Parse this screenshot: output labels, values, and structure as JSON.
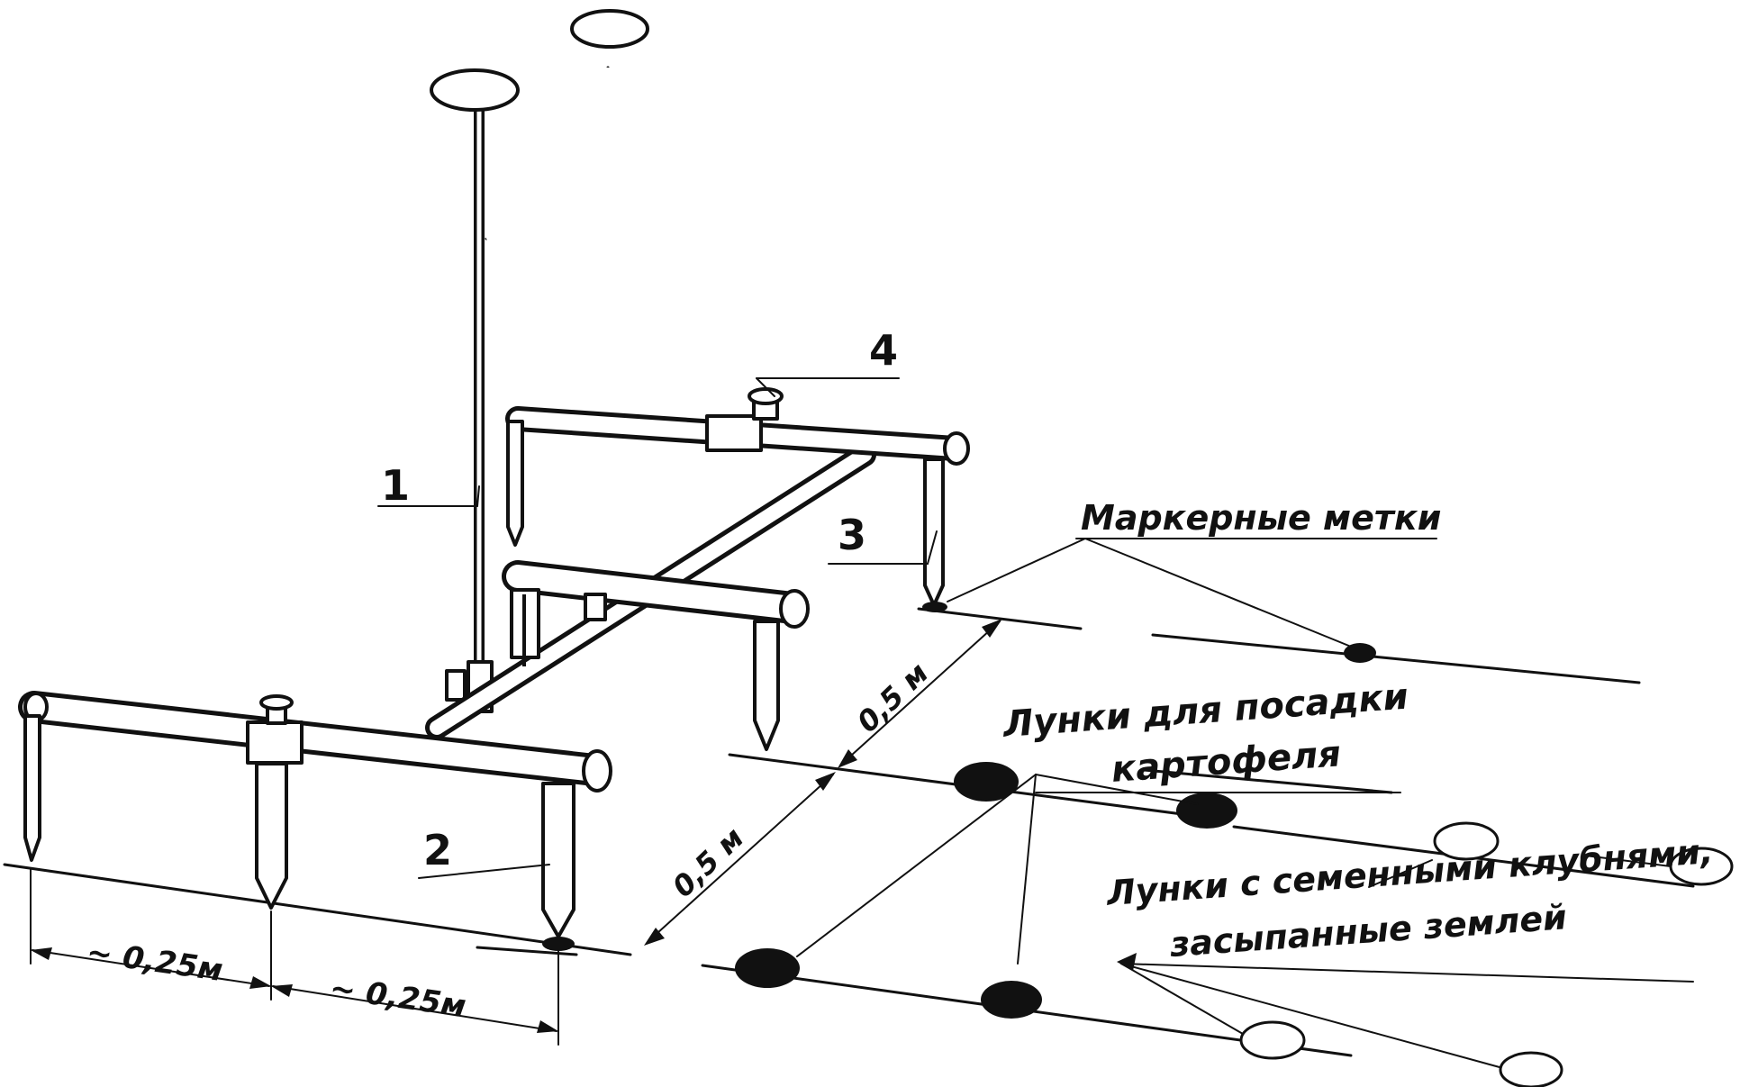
{
  "labels": {
    "part_1": "1",
    "part_2": "2",
    "part_3": "3",
    "part_4": "4",
    "marker_marks": "Маркерные метки",
    "planting_holes_line1": "Лунки для посадки",
    "planting_holes_line2": "картофеля",
    "seed_holes_line1": "Лунки с семенными клубнями,",
    "seed_holes_line2": "засыпанные землей"
  },
  "dimensions": {
    "left_spacing": "~ 0,25м",
    "right_spacing": "~ 0,25м",
    "row_spacing_lower": "0,5 м",
    "row_spacing_upper": "0,5 м"
  }
}
